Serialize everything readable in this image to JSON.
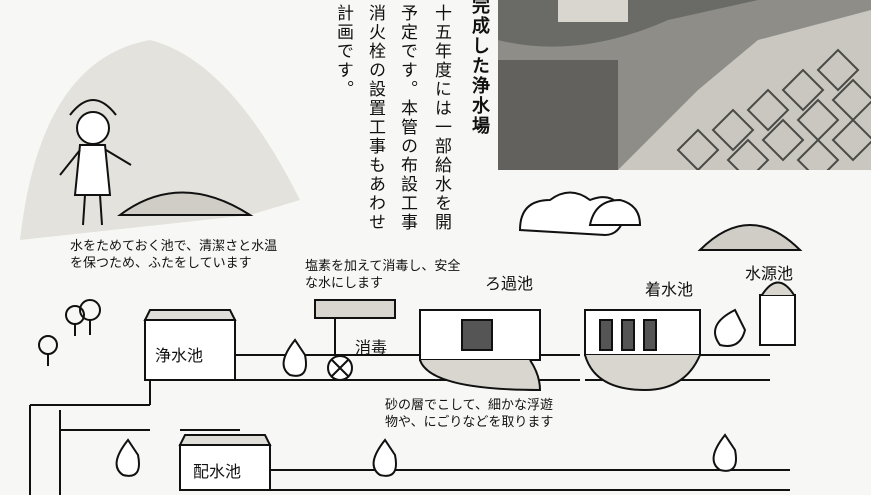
{
  "article": {
    "caption": "完成した浄水場",
    "body": [
      "十五年度には一部給水を開",
      "予定です。本管の布設工事",
      "消火栓の設置工事もあわせ",
      "計画です。"
    ]
  },
  "captions": {
    "tank_desc": "水をためておく池で、清潔さと水温を保つため、ふたをしています",
    "chlorine_desc": "塩素を加えて消毒し、安全な水にします",
    "filter_desc": "砂の層でこして、細かな浮遊物や、にごりなどを取ります"
  },
  "labels": {
    "purification": "浄水池",
    "disinfection": "消毒",
    "filtration": "ろ過池",
    "settling": "着水池",
    "source": "水源池",
    "distribution": "配水池"
  }
}
